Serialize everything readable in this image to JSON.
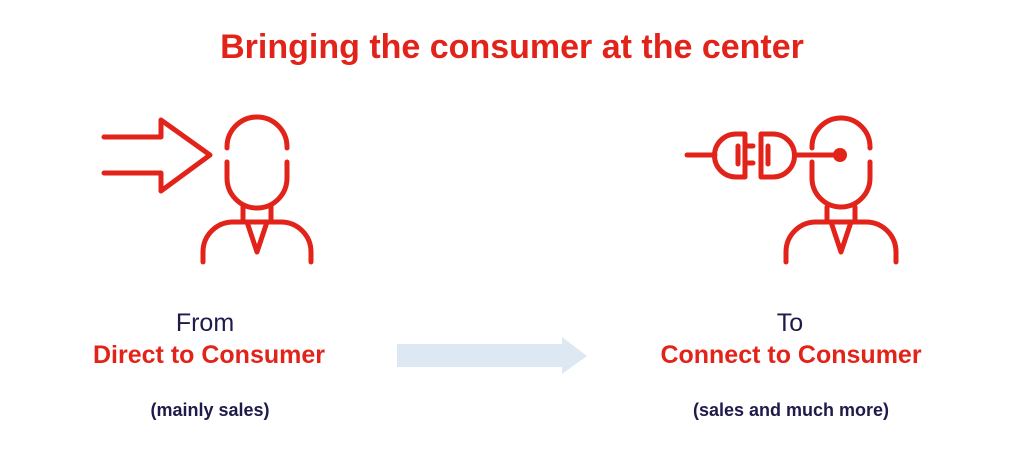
{
  "title": "Bringing the consumer at the center",
  "left": {
    "prefix": "From",
    "label": "Direct to Consumer",
    "note": "(mainly sales)"
  },
  "right": {
    "prefix": "To",
    "label": "Connect to Consumer",
    "note": "(sales and much more)"
  },
  "colors": {
    "accent": "#e2231a",
    "text": "#1e1a4a",
    "arrow": "#dde8f3"
  }
}
